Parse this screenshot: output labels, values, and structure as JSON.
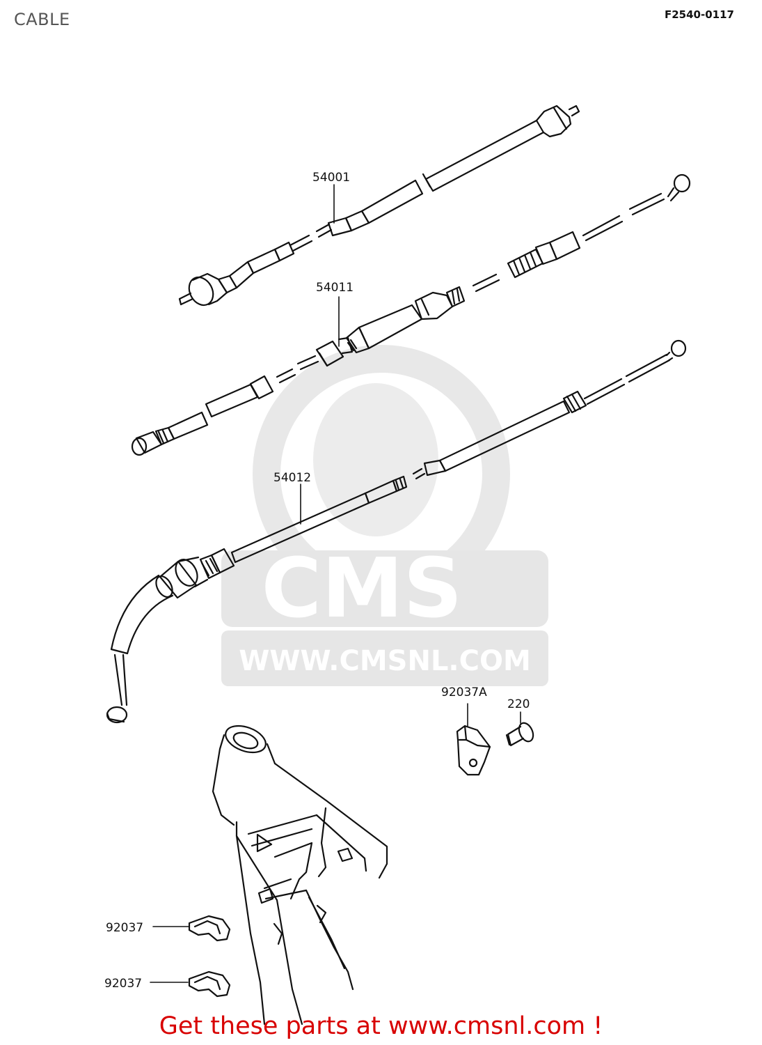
{
  "page": {
    "title": "CABLE",
    "diagram_code": "F2540-0117"
  },
  "part_labels": {
    "p54001": "54001",
    "p54011": "54011",
    "p54012": "54012",
    "p92037A": "92037A",
    "p220": "220",
    "p92037_a": "92037",
    "p92037_b": "92037"
  },
  "watermark": {
    "brand": "CMS",
    "url": "WWW.CMSNL.COM"
  },
  "footer": {
    "cta": "Get these parts at www.cmsnl.com !"
  },
  "colors": {
    "line": "#111111",
    "footer_text": "#d80000",
    "watermark": "#e6e6e6",
    "title": "#555555"
  }
}
